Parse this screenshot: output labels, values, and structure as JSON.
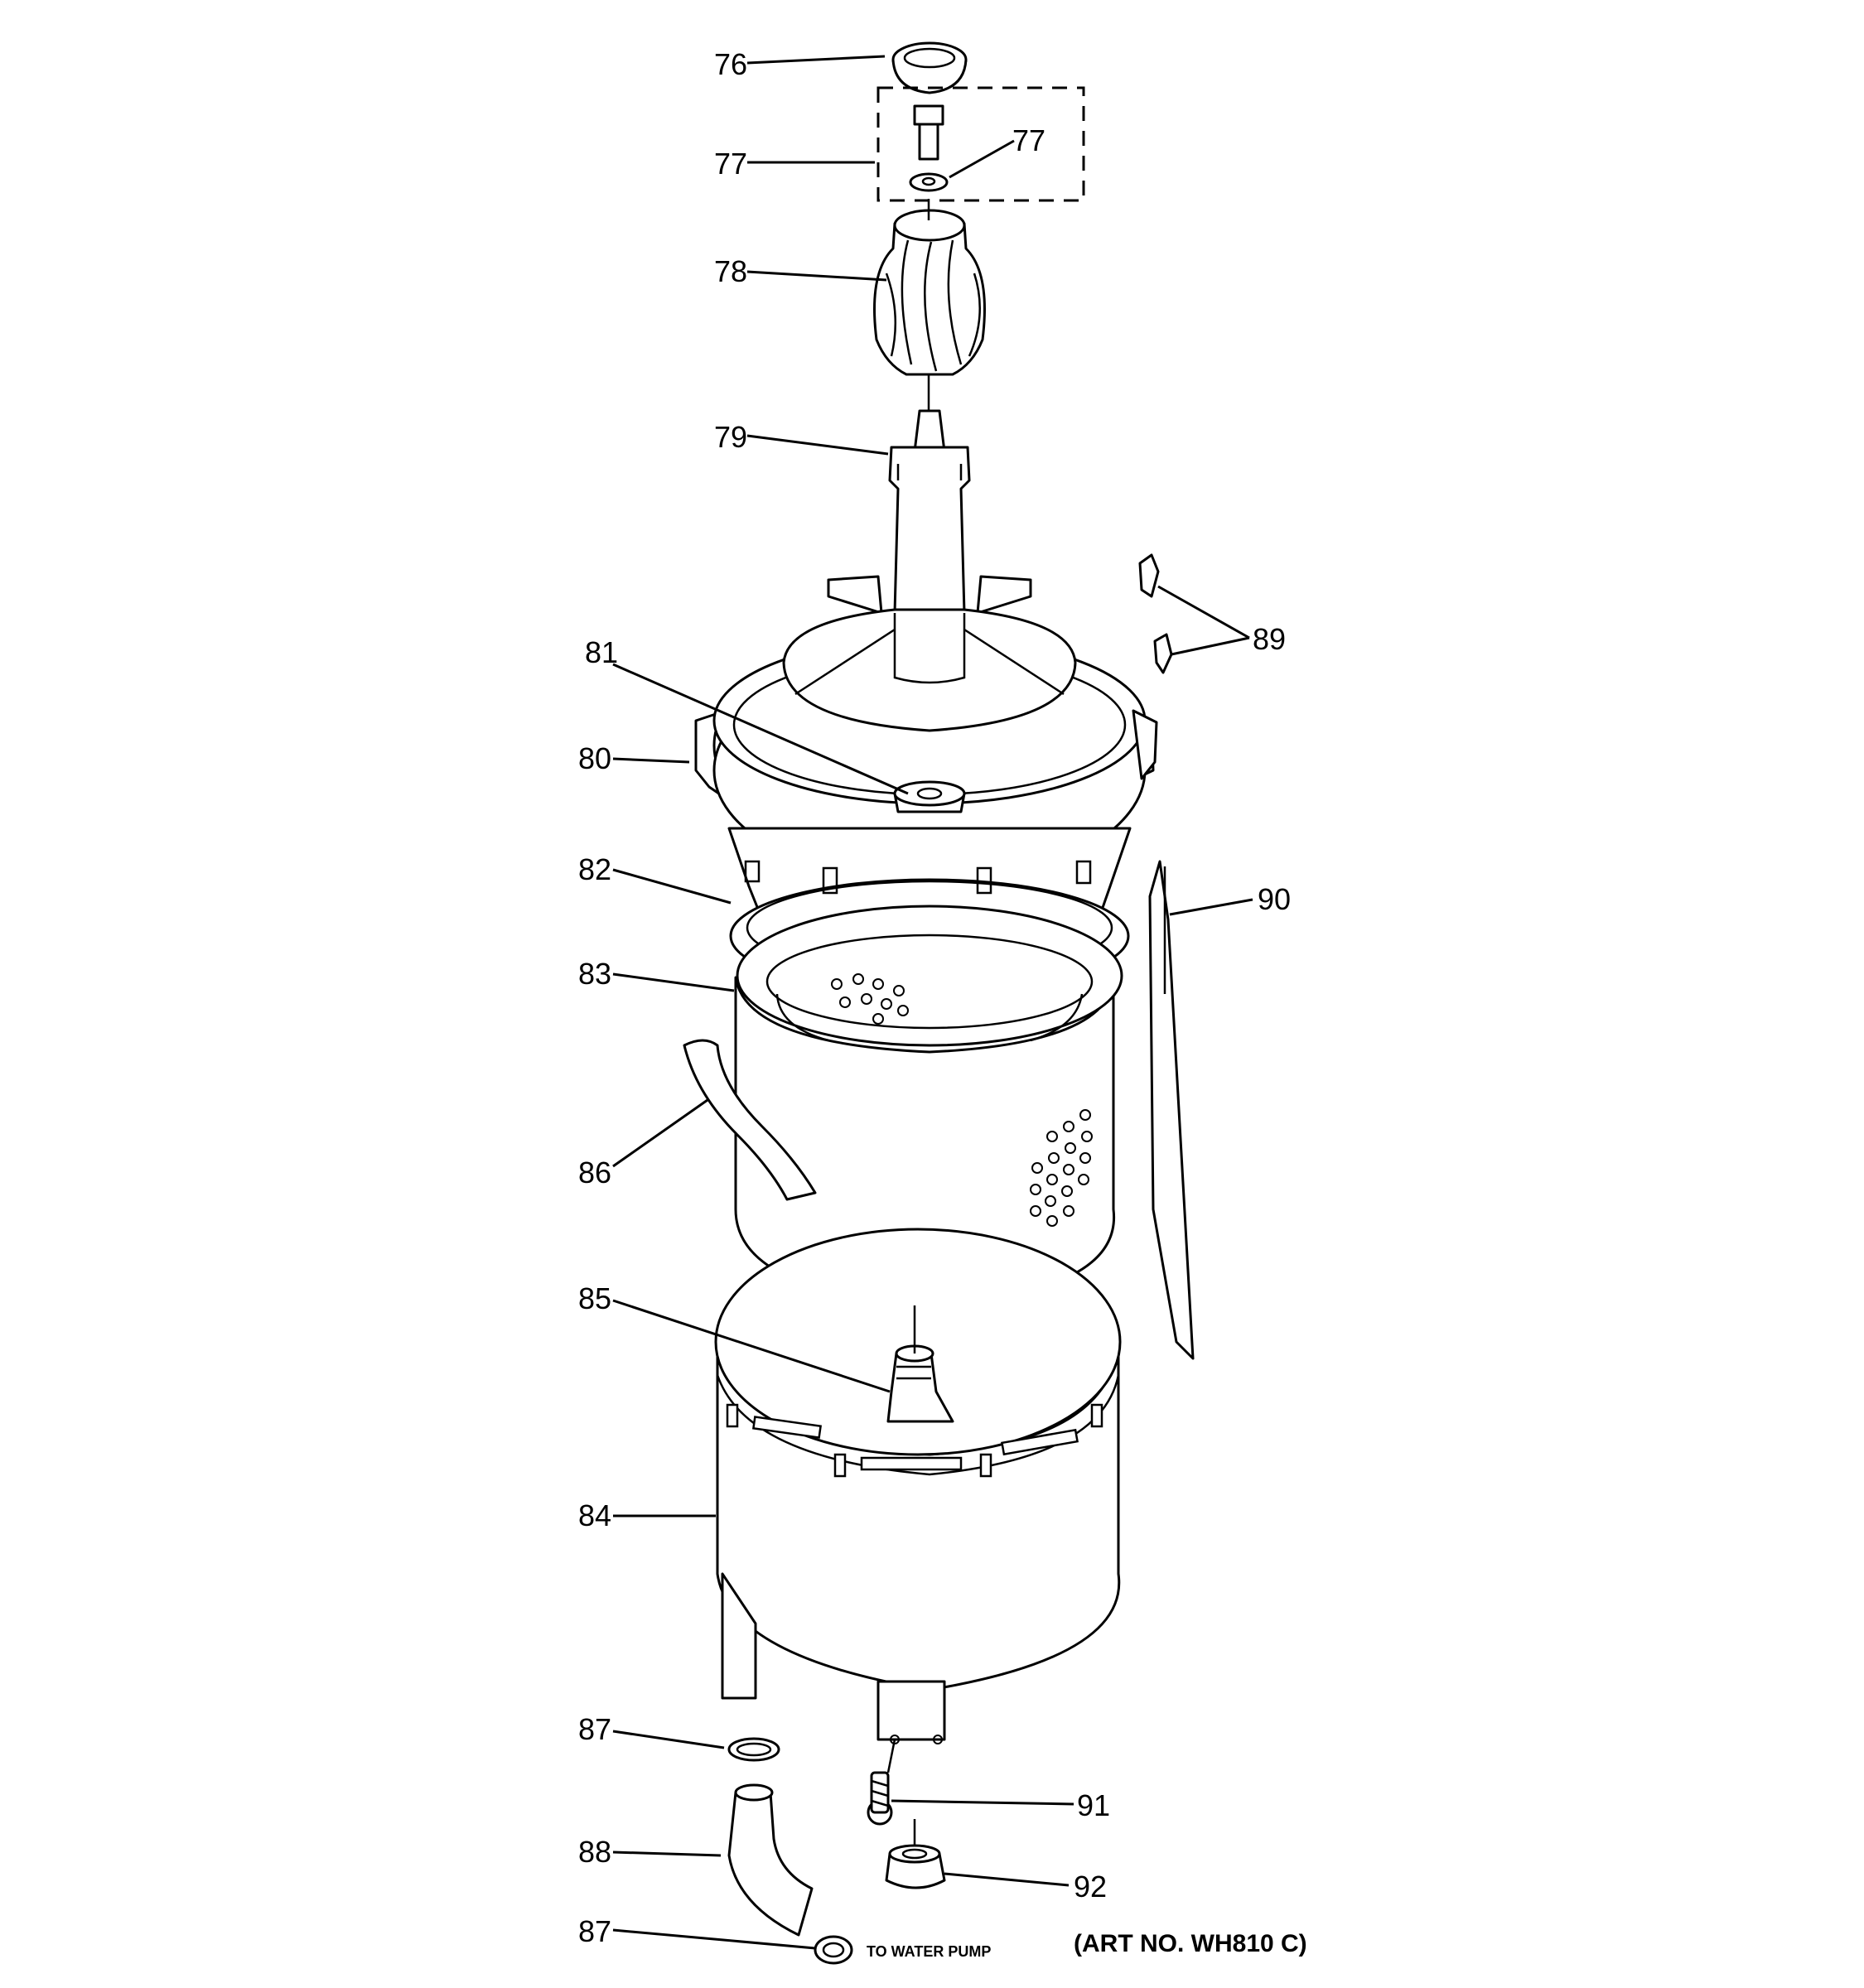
{
  "labels": {
    "l76": "76",
    "l77_left": "77",
    "l77_right": "77",
    "l78": "78",
    "l79": "79",
    "l80": "80",
    "l81": "81",
    "l82": "82",
    "l83": "83",
    "l84": "84",
    "l85": "85",
    "l86": "86",
    "l87_top": "87",
    "l87_bottom": "87",
    "l88": "88",
    "l89": "89",
    "l90": "90",
    "l91": "91",
    "l92": "92"
  },
  "notes": {
    "to_water_pump": "TO WATER PUMP",
    "art_no": "(ART NO. WH810 C)"
  }
}
